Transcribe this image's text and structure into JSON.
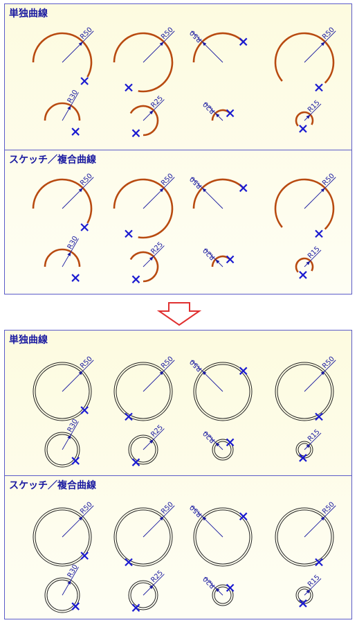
{
  "top_panel": {
    "section1_title": "単独曲線",
    "section2_title": "スケッチ／複合曲線"
  },
  "bottom_panel": {
    "section1_title": "単独曲線",
    "section2_title": "スケッチ／複合曲線"
  },
  "labels": {
    "r50": "R50",
    "r30": "R30",
    "r25": "R25",
    "r20": "R20",
    "r15": "R15"
  },
  "colors": {
    "arc": "#b84a10",
    "dimension": "#1a1aa0",
    "marker": "#1a1ad0",
    "border": "#5a5ac8",
    "arrow": "#e03030",
    "circle": "#222222"
  }
}
